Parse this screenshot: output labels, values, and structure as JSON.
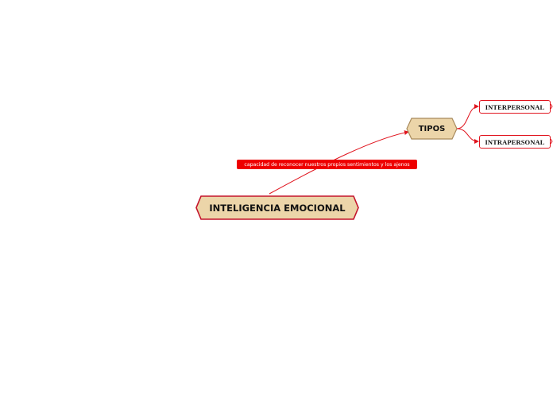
{
  "diagram": {
    "type": "mind-map",
    "central_topic": {
      "label": "INTELIGENCIA EMOCIONAL",
      "fill": "#ecd5a9",
      "border": "#c4142c"
    },
    "relationship": {
      "label": "capacidad de reconocer nuestros propios sentimientos y los ajenos",
      "fill": "#ee0000",
      "text_color": "#ffffff",
      "from": "INTELIGENCIA EMOCIONAL",
      "to": "TIPOS"
    },
    "main_topic": {
      "label": "TIPOS",
      "fill": "#ecd5a9",
      "border": "#a88a5c"
    },
    "subtopics": [
      {
        "label": "INTERPERSONAL"
      },
      {
        "label": "INTRAPERSONAL"
      }
    ],
    "connector_color": "#e0141e"
  }
}
